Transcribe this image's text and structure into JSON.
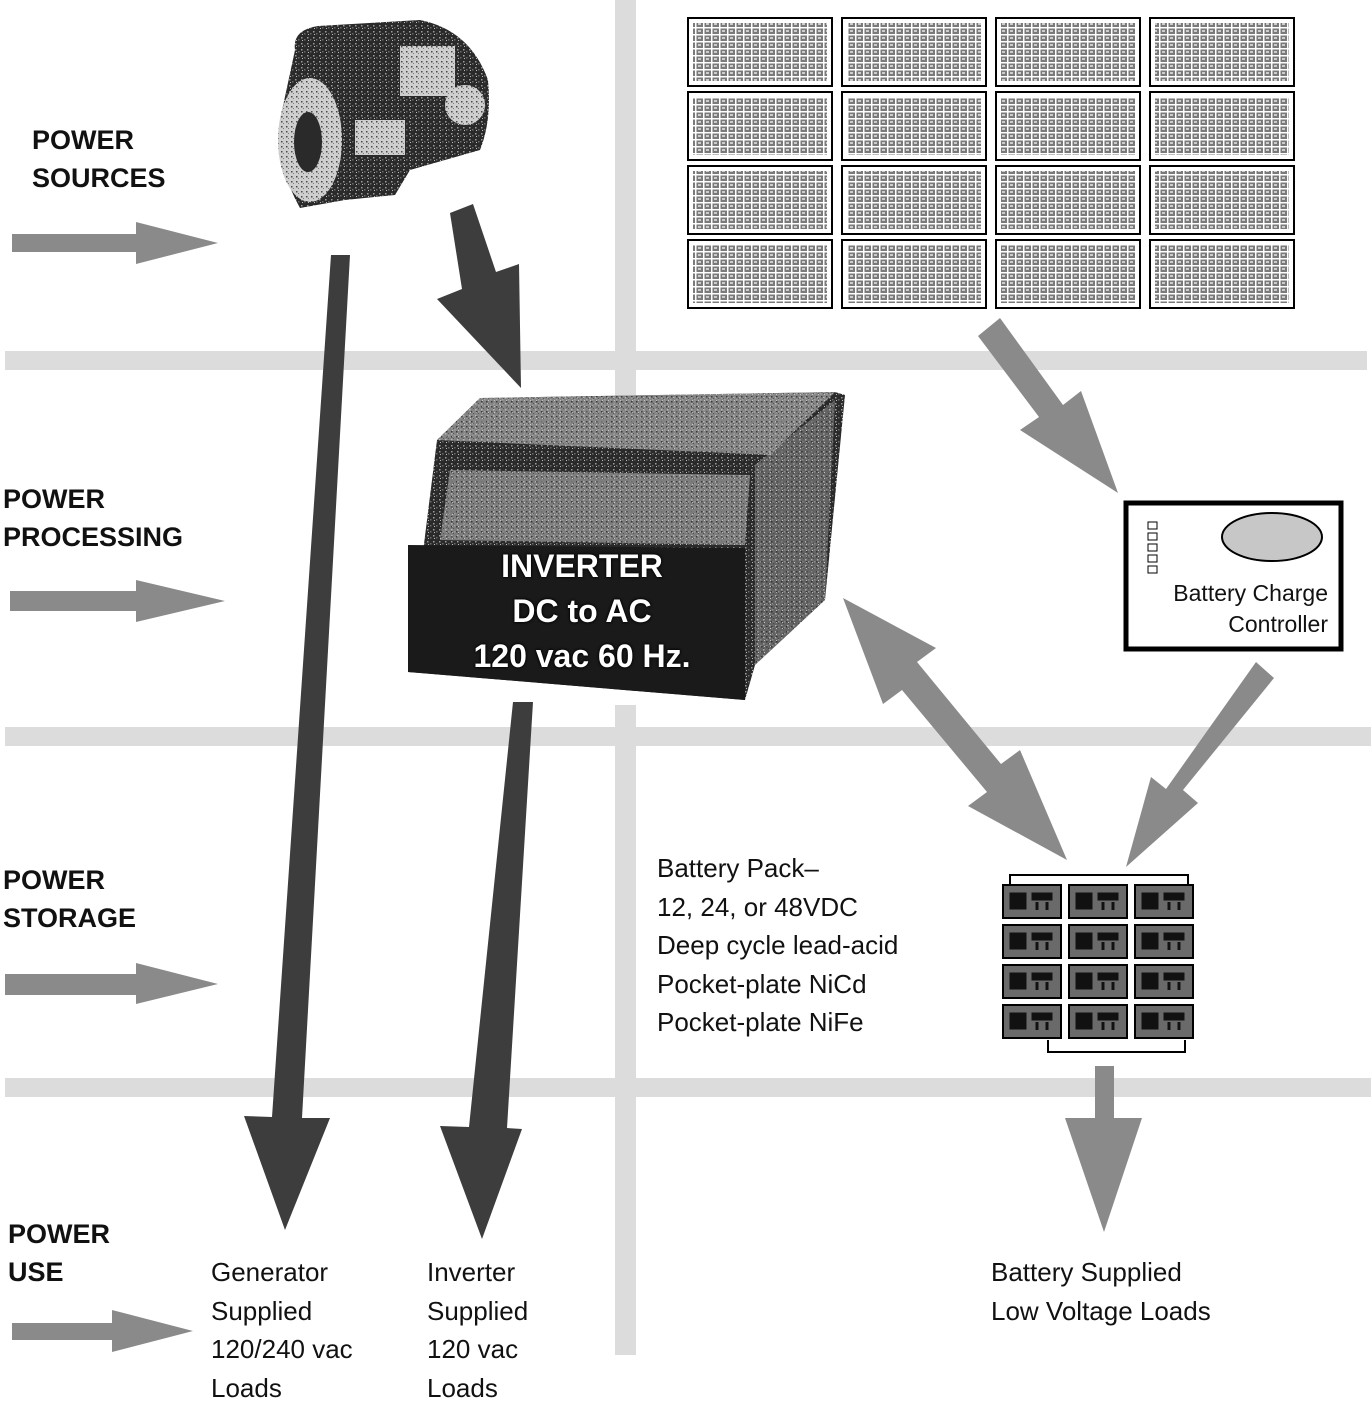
{
  "rows": [
    {
      "id": "sources",
      "lines": [
        "POWER",
        "SOURCES"
      ]
    },
    {
      "id": "processing",
      "lines": [
        "POWER",
        "PROCESSING"
      ]
    },
    {
      "id": "storage",
      "lines": [
        "POWER",
        "STORAGE"
      ]
    },
    {
      "id": "use",
      "lines": [
        "POWER",
        "USE"
      ]
    }
  ],
  "inverter": {
    "lines": [
      "INVERTER",
      "DC to AC",
      "120 vac  60 Hz."
    ]
  },
  "controller": {
    "lines": [
      "Battery Charge",
      "Controller"
    ]
  },
  "battery_pack": {
    "lines": [
      "Battery Pack–",
      "12, 24, or 48VDC",
      "Deep cycle lead-acid",
      "Pocket-plate NiCd",
      "Pocket-plate NiFe"
    ]
  },
  "loads": {
    "generator": [
      "Generator",
      "Supplied",
      "120/240 vac",
      "Loads"
    ],
    "inverter": [
      "Inverter",
      "Supplied",
      "120 vac",
      "Loads"
    ],
    "battery": [
      "Battery Supplied",
      "Low Voltage Loads"
    ]
  },
  "colors": {
    "grid": "#dcdcdc",
    "dark_arrow": "#3d3d3d",
    "light_arrow": "#8a8a8a",
    "component_dark": "#1f1f1f",
    "panel_cell": "#7a7a7a"
  },
  "icons": [
    "generator-icon",
    "solar-array-icon",
    "inverter-icon",
    "charge-controller-icon",
    "battery-bank-icon"
  ]
}
